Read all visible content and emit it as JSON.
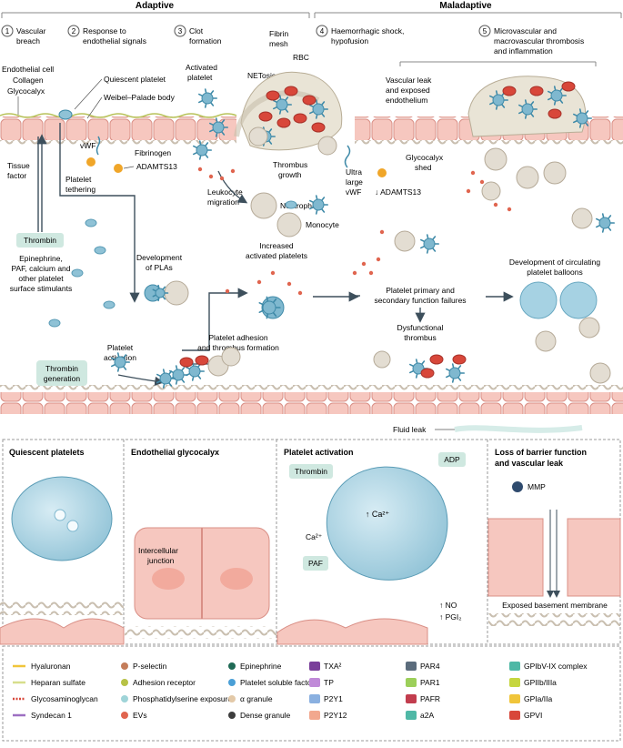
{
  "header": {
    "adaptive": "Adaptive",
    "maladaptive": "Maladaptive"
  },
  "steps": [
    {
      "num": "1",
      "line1": "Vascular",
      "line2": "breach"
    },
    {
      "num": "2",
      "line1": "Response to",
      "line2": "endothelial signals"
    },
    {
      "num": "3",
      "line1": "Clot",
      "line2": "formation"
    },
    {
      "num": "4",
      "line1": "Haemorrhagic shock,",
      "line2": "hypofusion"
    },
    {
      "num": "5",
      "line1": "Microvascular and",
      "line2": "macrovascular thrombosis",
      "line3": "and inflammation"
    }
  ],
  "labels": {
    "endothelial_cell": "Endothelial cell",
    "collagen": "Collagen",
    "glycocalyx": "Glycocalyx",
    "quiescent_platelet": "Quiescent platelet",
    "weibel_palade": "Weibel–Palade body",
    "vwf": "vWF",
    "fibrinogen": "Fibrinogen",
    "adamts13": "ADAMTS13",
    "activated_platelet_1": "Activated",
    "activated_platelet_2": "platelet",
    "fibrin_mesh_1": "Fibrin",
    "fibrin_mesh_2": "mesh",
    "rbc": "RBC",
    "netosis": "NETosis",
    "tissue_factor_1": "Tissue",
    "tissue_factor_2": "factor",
    "platelet_tethering_1": "Platelet",
    "platelet_tethering_2": "tethering",
    "thrombus_growth_1": "Thrombus",
    "thrombus_growth_2": "growth",
    "leukocyte_migration_1": "Leukocyte",
    "leukocyte_migration_2": "migration",
    "neutrophil": "Neutrophil",
    "monocyte": "Monocyte",
    "thrombin": "Thrombin",
    "stimulants_1": "Epinephrine,",
    "stimulants_2": "PAF, calcium and",
    "stimulants_3": "other platelet",
    "stimulants_4": "surface stimulants",
    "development_plas_1": "Development",
    "development_plas_2": "of PLAs",
    "increased_activated_1": "Increased",
    "increased_activated_2": "activated platelets",
    "vascular_leak_1": "Vascular leak",
    "vascular_leak_2": "and exposed",
    "vascular_leak_3": "endothelium",
    "ultra_large_vwf_1": "Ultra",
    "ultra_large_vwf_2": "large",
    "ultra_large_vwf_3": "vWF",
    "glycocalyx_shed_1": "Glycocalyx",
    "glycocalyx_shed_2": "shed",
    "down_adamts13": "↓ ADAMTS13",
    "circulating_balloons_1": "Development of circulating",
    "circulating_balloons_2": "platelet balloons",
    "platelet_failure_1": "Platelet primary and",
    "platelet_failure_2": "secondary function failures",
    "dysfunctional_1": "Dysfunctional",
    "dysfunctional_2": "thrombus",
    "platelet_adhesion_1": "Platelet adhesion",
    "platelet_adhesion_2": "and thrombus formation",
    "platelet_activation_1": "Platelet",
    "platelet_activation_2": "activation",
    "thrombin_generation_1": "Thrombin",
    "thrombin_generation_2": "generation",
    "fluid_leak": "Fluid leak"
  },
  "panels": {
    "quiescent": "Quiescent platelets",
    "glycocalyx": "Endothelial glycocalyx",
    "intercellular_1": "Intercellular",
    "intercellular_2": "junction",
    "activation": "Platelet activation",
    "act_thrombin": "Thrombin",
    "act_adp": "ADP",
    "act_ca": "Ca²⁺",
    "act_ca_inside": "↑ Ca²⁺",
    "act_paf": "PAF",
    "act_no": "↑ NO",
    "act_pgi": "↑ PGI₂",
    "barrier_1": "Loss of barrier function",
    "barrier_2": "and vascular leak",
    "mmp": "MMP",
    "basement": "Exposed basement membrane"
  },
  "legend": {
    "col1": [
      "Hyaluronan",
      "Heparan sulfate",
      "Glycosaminoglycan",
      "Syndecan 1"
    ],
    "col2": [
      "P-selectin",
      "Adhesion receptor",
      "Phosphatidylserine exposure",
      "EVs"
    ],
    "col3": [
      "Epinephrine",
      "Platelet soluble factors",
      "α granule",
      "Dense granule"
    ],
    "col4": [
      "TXA²",
      "TP",
      "P2Y1",
      "P2Y12"
    ],
    "col5": [
      "PAR4",
      "PAR1",
      "PAFR",
      "a2A"
    ],
    "col6": [
      "GPIbV-IX complex",
      "GPIIb/IIIa",
      "GPIa/IIa",
      "GPVI"
    ]
  },
  "colors": {
    "endothelium": "#f6c7bf",
    "endothelium_edge": "#d98f86",
    "platelet": "#7fb8cf",
    "platelet_dark": "#3f8aa8",
    "rbc": "#d8473a",
    "leukocyte": "#e3ddd2",
    "thrombin_box": "#cfe8e0",
    "hyaluronan": "#f0c53a",
    "heparan": "#d7de8c",
    "gag": "#d8473a",
    "syndecan": "#9d6fc2"
  }
}
